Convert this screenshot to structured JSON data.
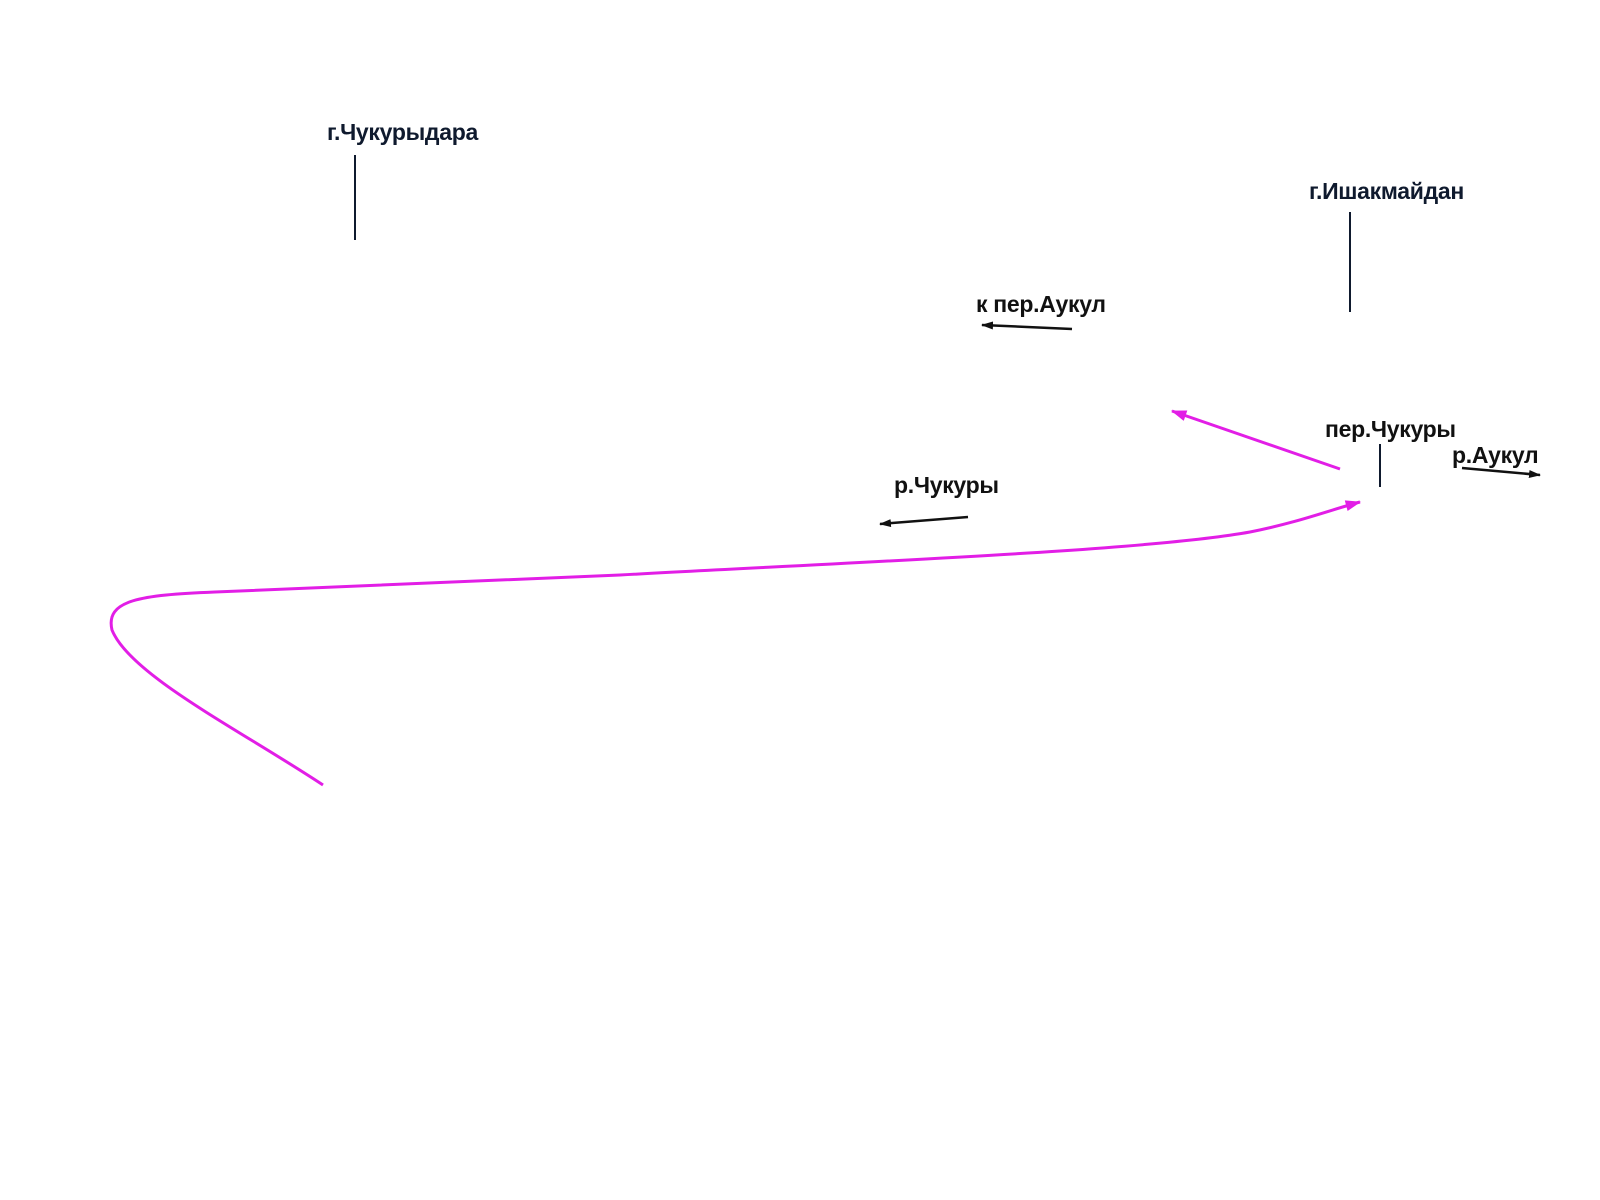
{
  "map": {
    "colors": {
      "route": "#e21ee6",
      "label": "#111111",
      "peak_label": "#0f1a2e",
      "leader": "#0f1a2e",
      "background": "#ffffff"
    },
    "labels": {
      "peak_chukurydara": "г.Чукурыдара",
      "peak_ishakmaidan": "г.Ишакмайдан",
      "to_aukul_pass": "к пер.Аукул",
      "chukury_pass": "пер.Чукуры",
      "aukul_river": "р.Аукул",
      "chukury_river": "р.Чукуры"
    }
  }
}
